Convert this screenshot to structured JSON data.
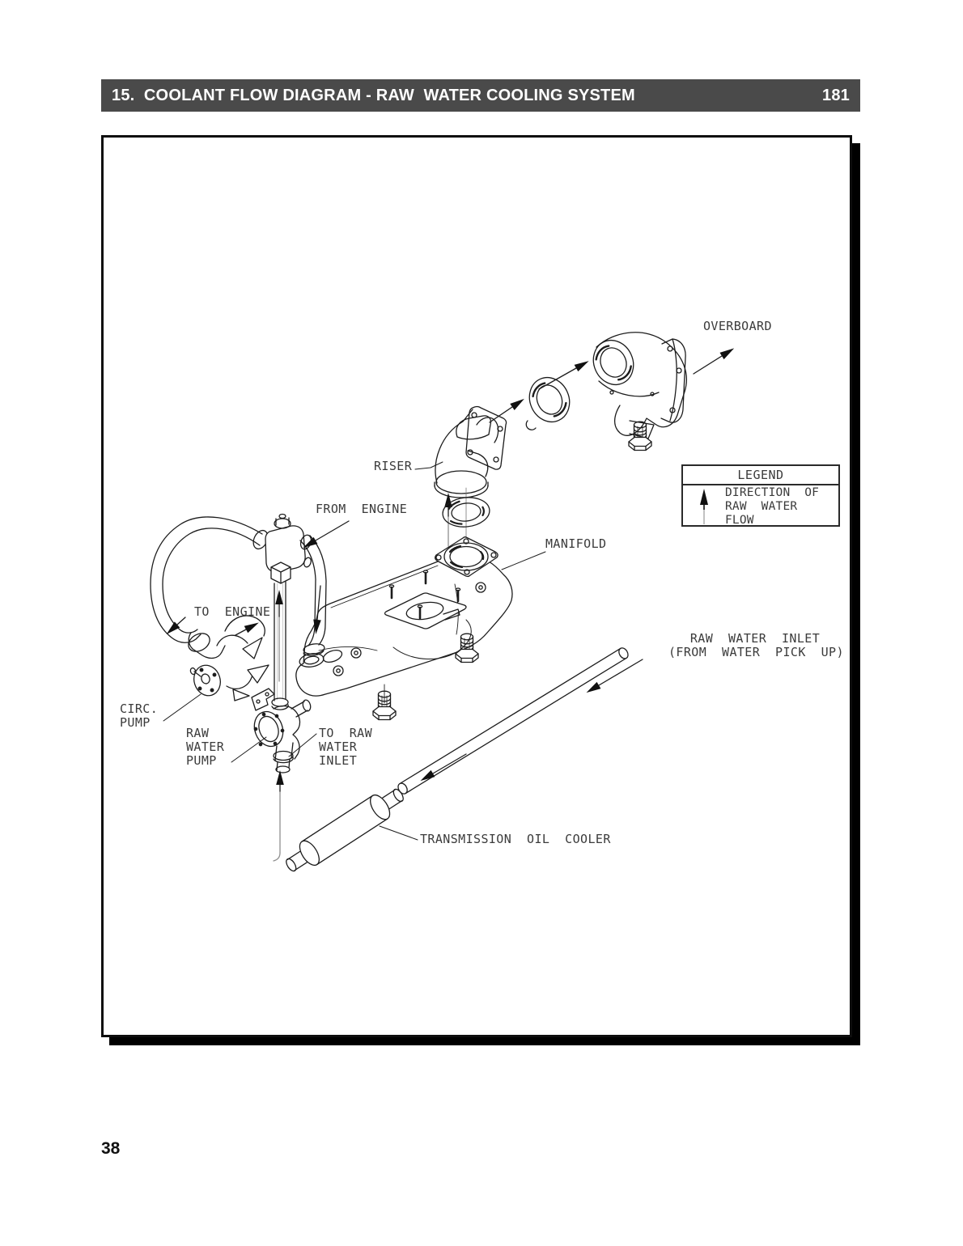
{
  "header": {
    "section_title": "15.  COOLANT FLOW DIAGRAM - RAW  WATER COOLING SYSTEM",
    "page_ref": "181"
  },
  "footer": {
    "page_number": "38"
  },
  "diagram": {
    "labels": {
      "overboard": "OVERBOARD",
      "riser": "RISER",
      "from_engine": "FROM  ENGINE",
      "manifold": "MANIFOLD",
      "to_engine": "TO  ENGINE",
      "circ_pump": "CIRC.\nPUMP",
      "raw_water_pump": "RAW\nWATER\nPUMP",
      "to_raw_water_inlet": "TO  RAW\nWATER\nINLET",
      "transmission_oil_cooler": "TRANSMISSION  OIL  COOLER",
      "raw_water_inlet": "RAW  WATER  INLET\n(FROM  WATER  PICK  UP)"
    },
    "legend": {
      "title": "LEGEND",
      "description": "DIRECTION  OF\nRAW  WATER\nFLOW"
    },
    "colors": {
      "header_bg": "#4a4a4a",
      "header_text": "#ffffff",
      "line": "#1c1c1c"
    }
  }
}
